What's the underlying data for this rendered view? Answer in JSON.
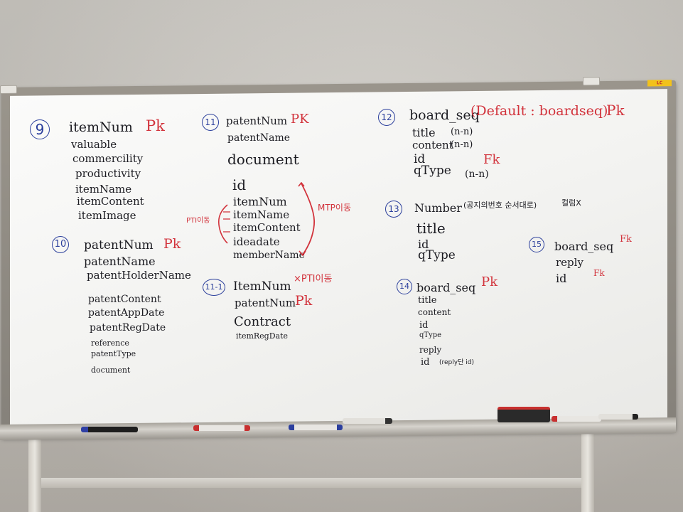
{
  "board": {
    "brand_label": "LC",
    "sections": {
      "s9": {
        "number": "9",
        "lines": [
          "itemNum",
          "valuable",
          "commercility",
          "productivity",
          "itemName",
          "itemContent",
          "itemImage"
        ],
        "pk": "Pk"
      },
      "s10": {
        "number": "10",
        "lines": [
          "patentNum",
          "patentName",
          "patentHolderName",
          "patentContent",
          "patentAppDate",
          "patentRegDate",
          "reference",
          "patentType",
          "document"
        ],
        "pk": "Pk"
      },
      "s11": {
        "number": "11",
        "lines": [
          "patentNum",
          "patentName",
          "document",
          "id",
          "itemNum",
          "itemName",
          "itemContent",
          "ideadate",
          "memberName"
        ],
        "pk": "PK",
        "annotation_right": "MTP이동",
        "annotation_left": "PTI이동"
      },
      "s11_1": {
        "number": "11-1",
        "lines": [
          "ItemNum",
          "patentNum",
          "Contract",
          "itemRegDate"
        ],
        "ann_item": "×PTI이동",
        "pk": "Pk"
      },
      "s12": {
        "number": "12",
        "header": "board_seq",
        "header_note": "(Default : boardseq)",
        "pk": "Pk",
        "lines": [
          "title",
          "content",
          "id",
          "qType"
        ],
        "notes": [
          "(n-n)",
          "(n-n)",
          "Fk",
          "(n-n)"
        ]
      },
      "s13": {
        "number": "13",
        "header": "Number",
        "header_note": "(공지의번호 순서대로)",
        "header_tail": "컬럼X",
        "lines": [
          "title",
          "id",
          "qType"
        ]
      },
      "s15": {
        "number": "15",
        "lines": [
          "board_seq",
          "reply",
          "id"
        ],
        "fk1": "Fk",
        "fk2": "Fk"
      },
      "s14": {
        "number": "14",
        "lines": [
          "board_seq",
          "title",
          "content",
          "id",
          "qType",
          "reply",
          "id"
        ],
        "pk": "Pk",
        "note": "(reply단 id)"
      }
    }
  },
  "colors": {
    "ink_black": "#1c1c22",
    "ink_red": "#d2333c",
    "ink_blue": "#2b3f9c"
  }
}
